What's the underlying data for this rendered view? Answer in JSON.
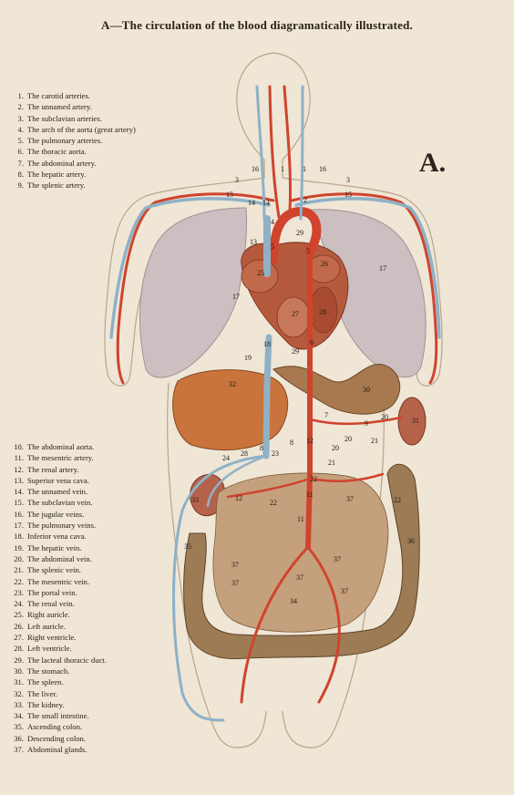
{
  "title": "A—The circulation of the blood diagramatically illustrated.",
  "figure_letter": "A.",
  "legend_top": [
    {
      "num": "1.",
      "text": "The carotid arteries."
    },
    {
      "num": "2.",
      "text": "The unnamed artery."
    },
    {
      "num": "3.",
      "text": "The subclavian arteries."
    },
    {
      "num": "4.",
      "text": "The arch of the aorta (great artery)"
    },
    {
      "num": "5.",
      "text": "The pulmonary arteries."
    },
    {
      "num": "6.",
      "text": "The thoracic aorta."
    },
    {
      "num": "7.",
      "text": "The abdominal artery."
    },
    {
      "num": "8.",
      "text": "The hepatic artery."
    },
    {
      "num": "9.",
      "text": "The splenic artery."
    }
  ],
  "legend_bottom": [
    {
      "num": "10.",
      "text": "The abdominal aorta."
    },
    {
      "num": "11.",
      "text": "The mesentric artery."
    },
    {
      "num": "12.",
      "text": "The renal artery."
    },
    {
      "num": "13.",
      "text": "Superior vena cava."
    },
    {
      "num": "14.",
      "text": "The unnamed vein."
    },
    {
      "num": "15.",
      "text": "The subclavian vein."
    },
    {
      "num": "16.",
      "text": "The jugular veins."
    },
    {
      "num": "17.",
      "text": "The pulmonary veins."
    },
    {
      "num": "18.",
      "text": "Inferior vena cava."
    },
    {
      "num": "19.",
      "text": "The hepatic vein."
    },
    {
      "num": "20.",
      "text": "The abdominal vein."
    },
    {
      "num": "21.",
      "text": "The splenic vein."
    },
    {
      "num": "22.",
      "text": "The mesentric vein."
    },
    {
      "num": "23.",
      "text": "The portal vein."
    },
    {
      "num": "24.",
      "text": "The renal vein."
    },
    {
      "num": "25.",
      "text": "Right auricle."
    },
    {
      "num": "26.",
      "text": "Left auricle."
    },
    {
      "num": "27.",
      "text": "Right ventricle."
    },
    {
      "num": "28.",
      "text": "Left ventricle."
    },
    {
      "num": "29.",
      "text": "The lacteal thoracic duct."
    },
    {
      "num": "30.",
      "text": "The stomach."
    },
    {
      "num": "31.",
      "text": "The spleen."
    },
    {
      "num": "32.",
      "text": "The liver."
    },
    {
      "num": "33.",
      "text": "The kidney."
    },
    {
      "num": "34.",
      "text": "The small intestine."
    },
    {
      "num": "35.",
      "text": "Ascending colon."
    },
    {
      "num": "36.",
      "text": "Descending colon."
    },
    {
      "num": "37.",
      "text": "Abdominal glands."
    }
  ],
  "callouts": {
    "c16l": "16",
    "c1l": "1",
    "c1r": "1",
    "c16r": "16",
    "c3l": "3",
    "c3r": "3",
    "c15l": "15",
    "c15r": "15",
    "c14l": "14",
    "c14r": "14",
    "c2": "2",
    "c4": "4",
    "c13": "13",
    "c29a": "29",
    "c5l": "5",
    "c5r": "5",
    "c25": "25",
    "c26": "26",
    "c17l": "17",
    "c17r": "17",
    "c27": "27",
    "c28": "28",
    "c18": "18",
    "c6": "6",
    "c29b": "29",
    "c19": "19",
    "c32": "32",
    "c30": "30",
    "c7": "7",
    "c20a": "20",
    "c9": "9",
    "c31": "31",
    "c8a": "8",
    "c8b": "8",
    "c12a": "12",
    "c20b": "20",
    "c21a": "21",
    "c20c": "20",
    "c21b": "21",
    "c24": "24",
    "c23": "23",
    "c28b": "28",
    "c33": "33",
    "c12b": "12",
    "c22a": "22",
    "c22b": "22",
    "c11a": "11",
    "c37a": "37",
    "c22c": "22",
    "c11b": "11",
    "c36": "36",
    "c35": "35",
    "c37b": "37",
    "c37c": "37",
    "c37d": "37",
    "c37e": "37",
    "c37f": "37",
    "c34": "34"
  },
  "colors": {
    "artery": "#d0442e",
    "vein": "#8fb1c6",
    "heart": "#b0553a",
    "liver": "#c8743c",
    "lung": "#c9bcbe",
    "intestine": "#9c7b55",
    "colon": "#a07a55",
    "paper": "#efe6d6"
  }
}
